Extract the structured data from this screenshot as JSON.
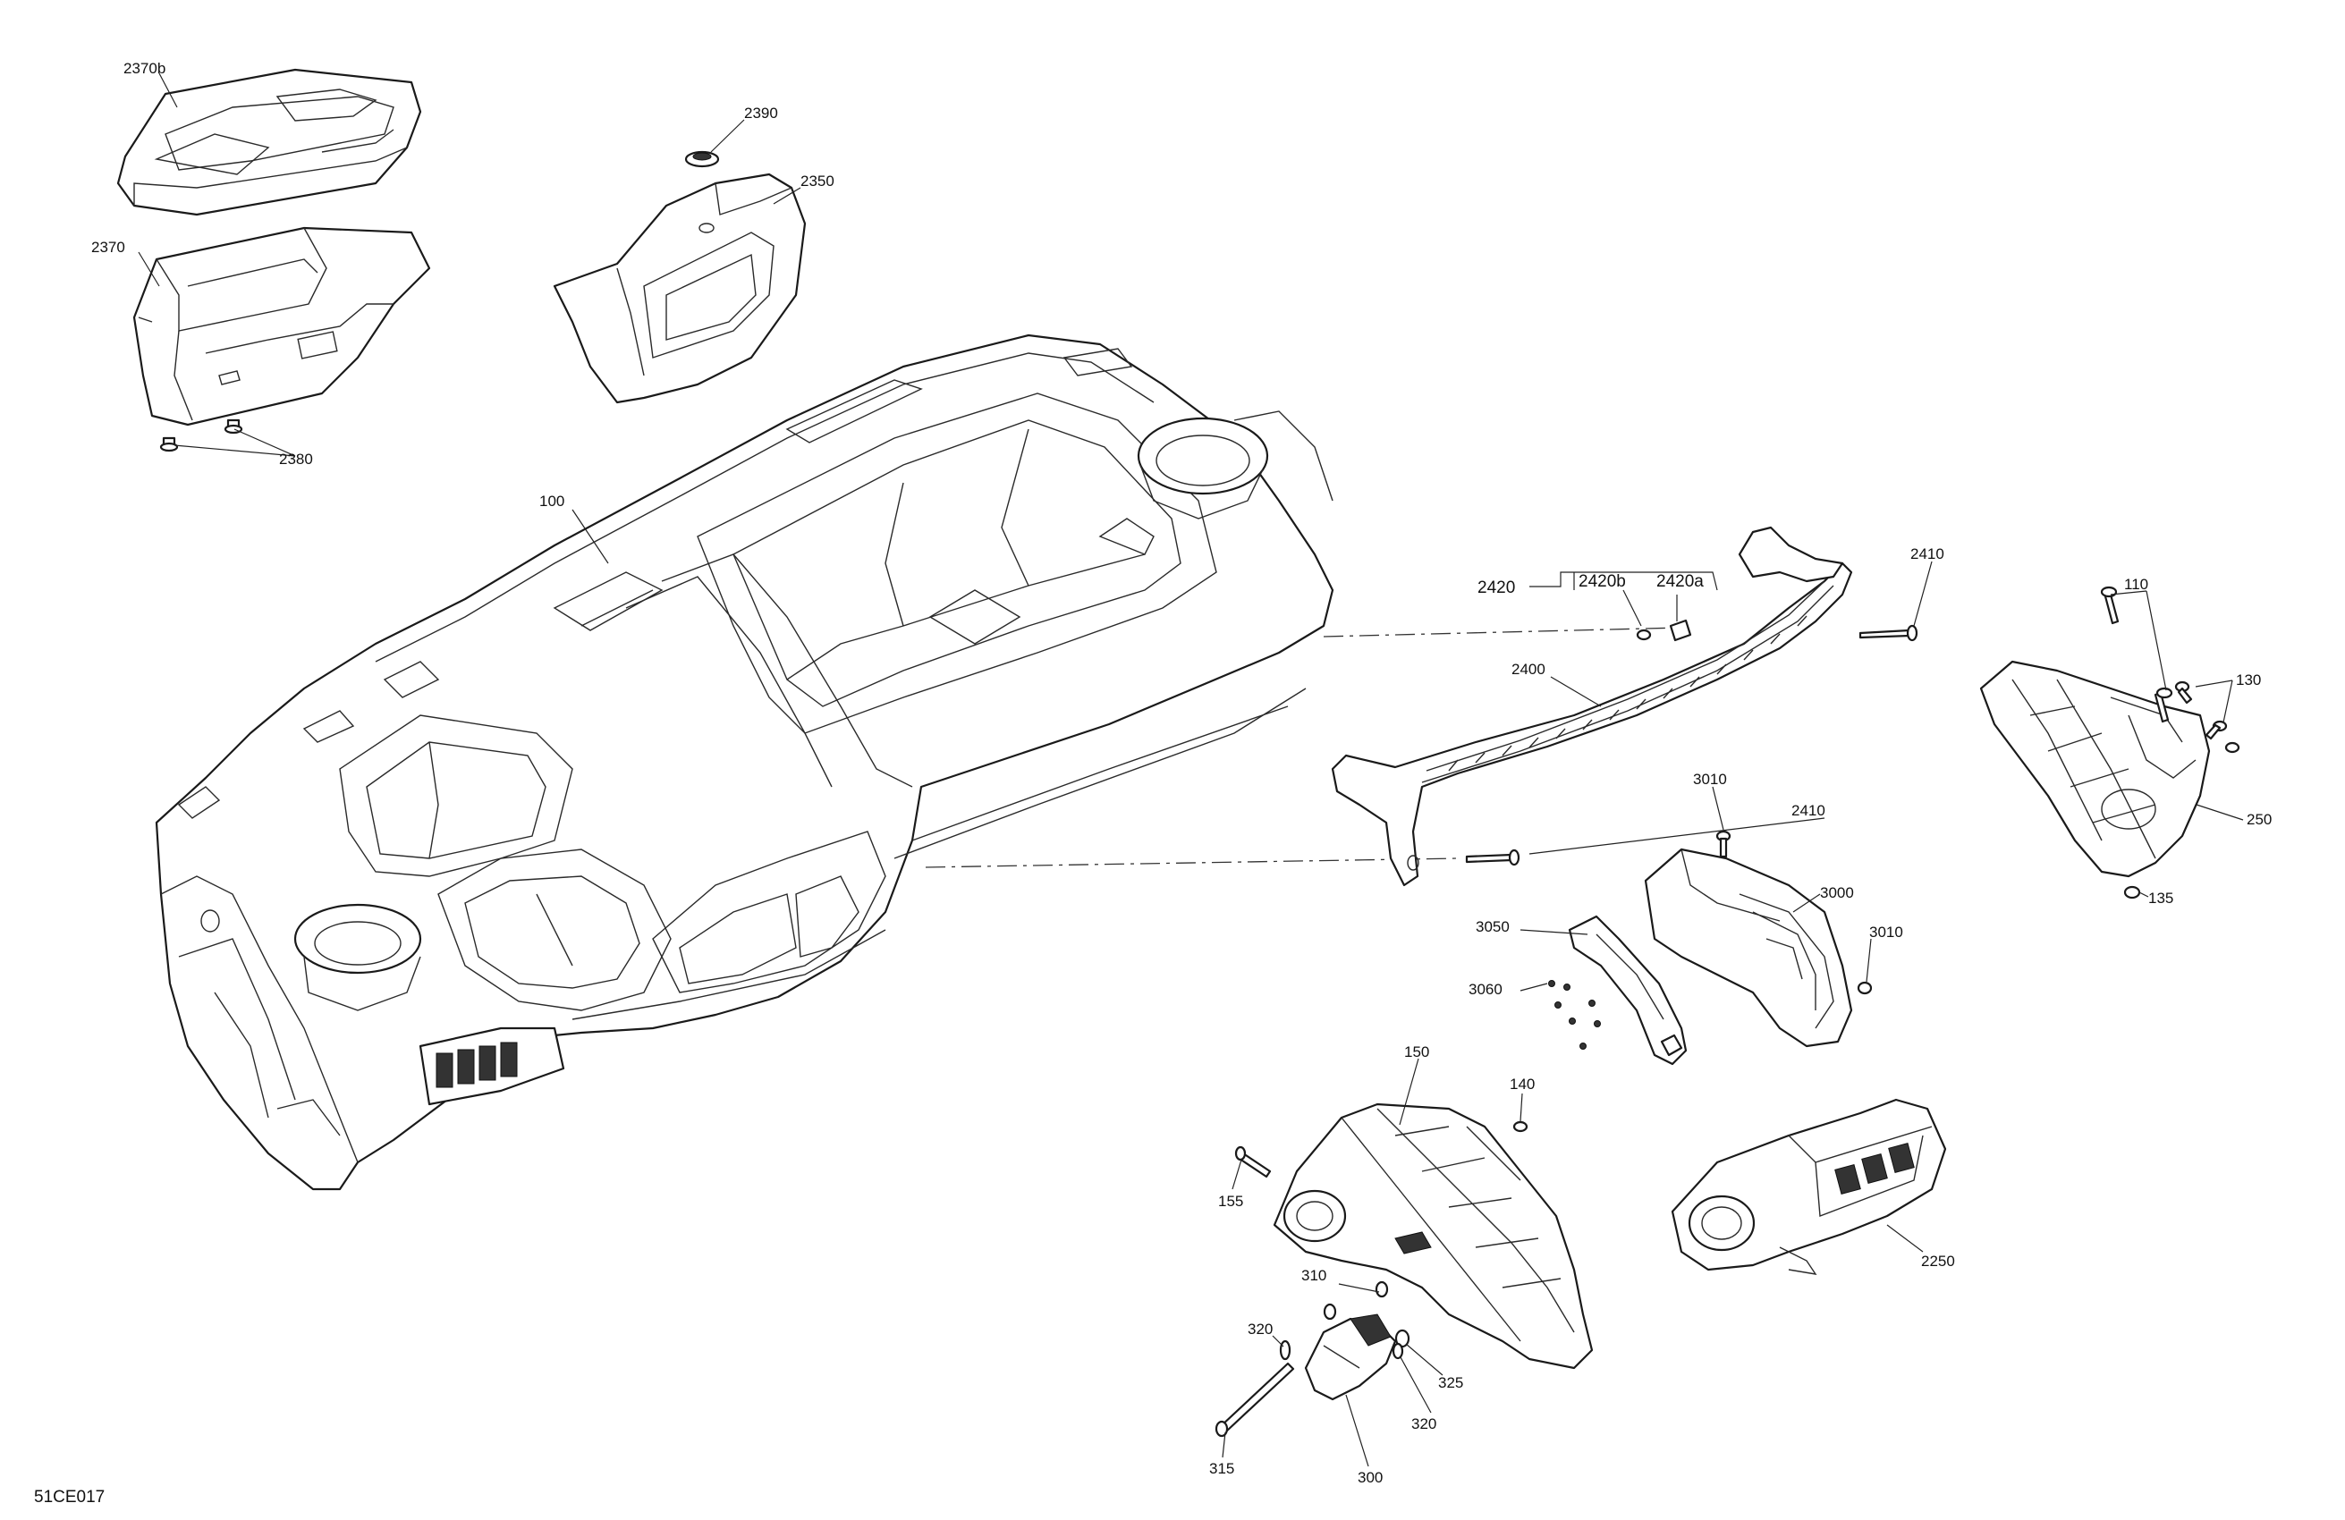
{
  "diagram_code": "51CE017",
  "callouts": {
    "c2370b": "2370b",
    "c2370": "2370",
    "c2380": "2380",
    "c2390": "2390",
    "c2350": "2350",
    "c100": "100",
    "c2420": "2420",
    "c2420b": "2420b",
    "c2420a": "2420a",
    "c2410_top": "2410",
    "c2410_bottom": "2410",
    "c2400": "2400",
    "c110": "110",
    "c130": "130",
    "c250": "250",
    "c135": "135",
    "c3010_top": "3010",
    "c3000": "3000",
    "c3010_right": "3010",
    "c3050": "3050",
    "c3060": "3060",
    "c150": "150",
    "c140": "140",
    "c155": "155",
    "c310": "310",
    "c320_left": "320",
    "c325": "325",
    "c320_right": "320",
    "c315": "315",
    "c300": "300",
    "c2250": "2250"
  }
}
